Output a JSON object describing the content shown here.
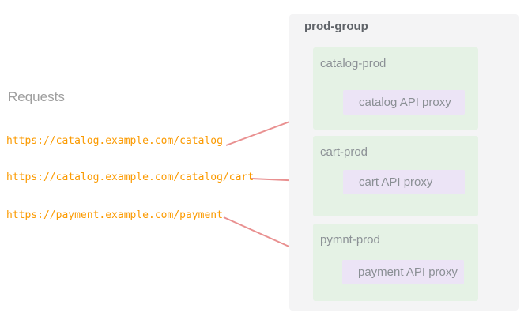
{
  "requests": {
    "label": "Requests",
    "urls": [
      "https://catalog.example.com/catalog",
      "https://catalog.example.com/catalog/cart",
      "https://payment.example.com/payment"
    ]
  },
  "group": {
    "title": "prod-group",
    "environments": [
      {
        "name": "catalog-prod",
        "proxy": "catalog API proxy"
      },
      {
        "name": "cart-prod",
        "proxy": "cart API proxy"
      },
      {
        "name": "pymnt-prod",
        "proxy": "payment API proxy"
      }
    ]
  },
  "icons": [
    {
      "name": "arrow-catalog-icon",
      "meaning": "routes catalog request to catalog API proxy"
    },
    {
      "name": "arrow-cart-icon",
      "meaning": "routes cart request to cart API proxy"
    },
    {
      "name": "arrow-payment-icon",
      "meaning": "routes payment request to payment API proxy"
    }
  ],
  "colors": {
    "background": "#ffffff",
    "url_text": "#fb9a00",
    "requests_label": "#9e9e9e",
    "arrow": "#e99090",
    "group_bg": "#f4f4f5",
    "group_title": "#5f6368",
    "env_bg": "#e5f2e5",
    "env_label": "#8c9196",
    "proxy_bg": "#ece4f6",
    "proxy_label": "#8a8f94"
  }
}
